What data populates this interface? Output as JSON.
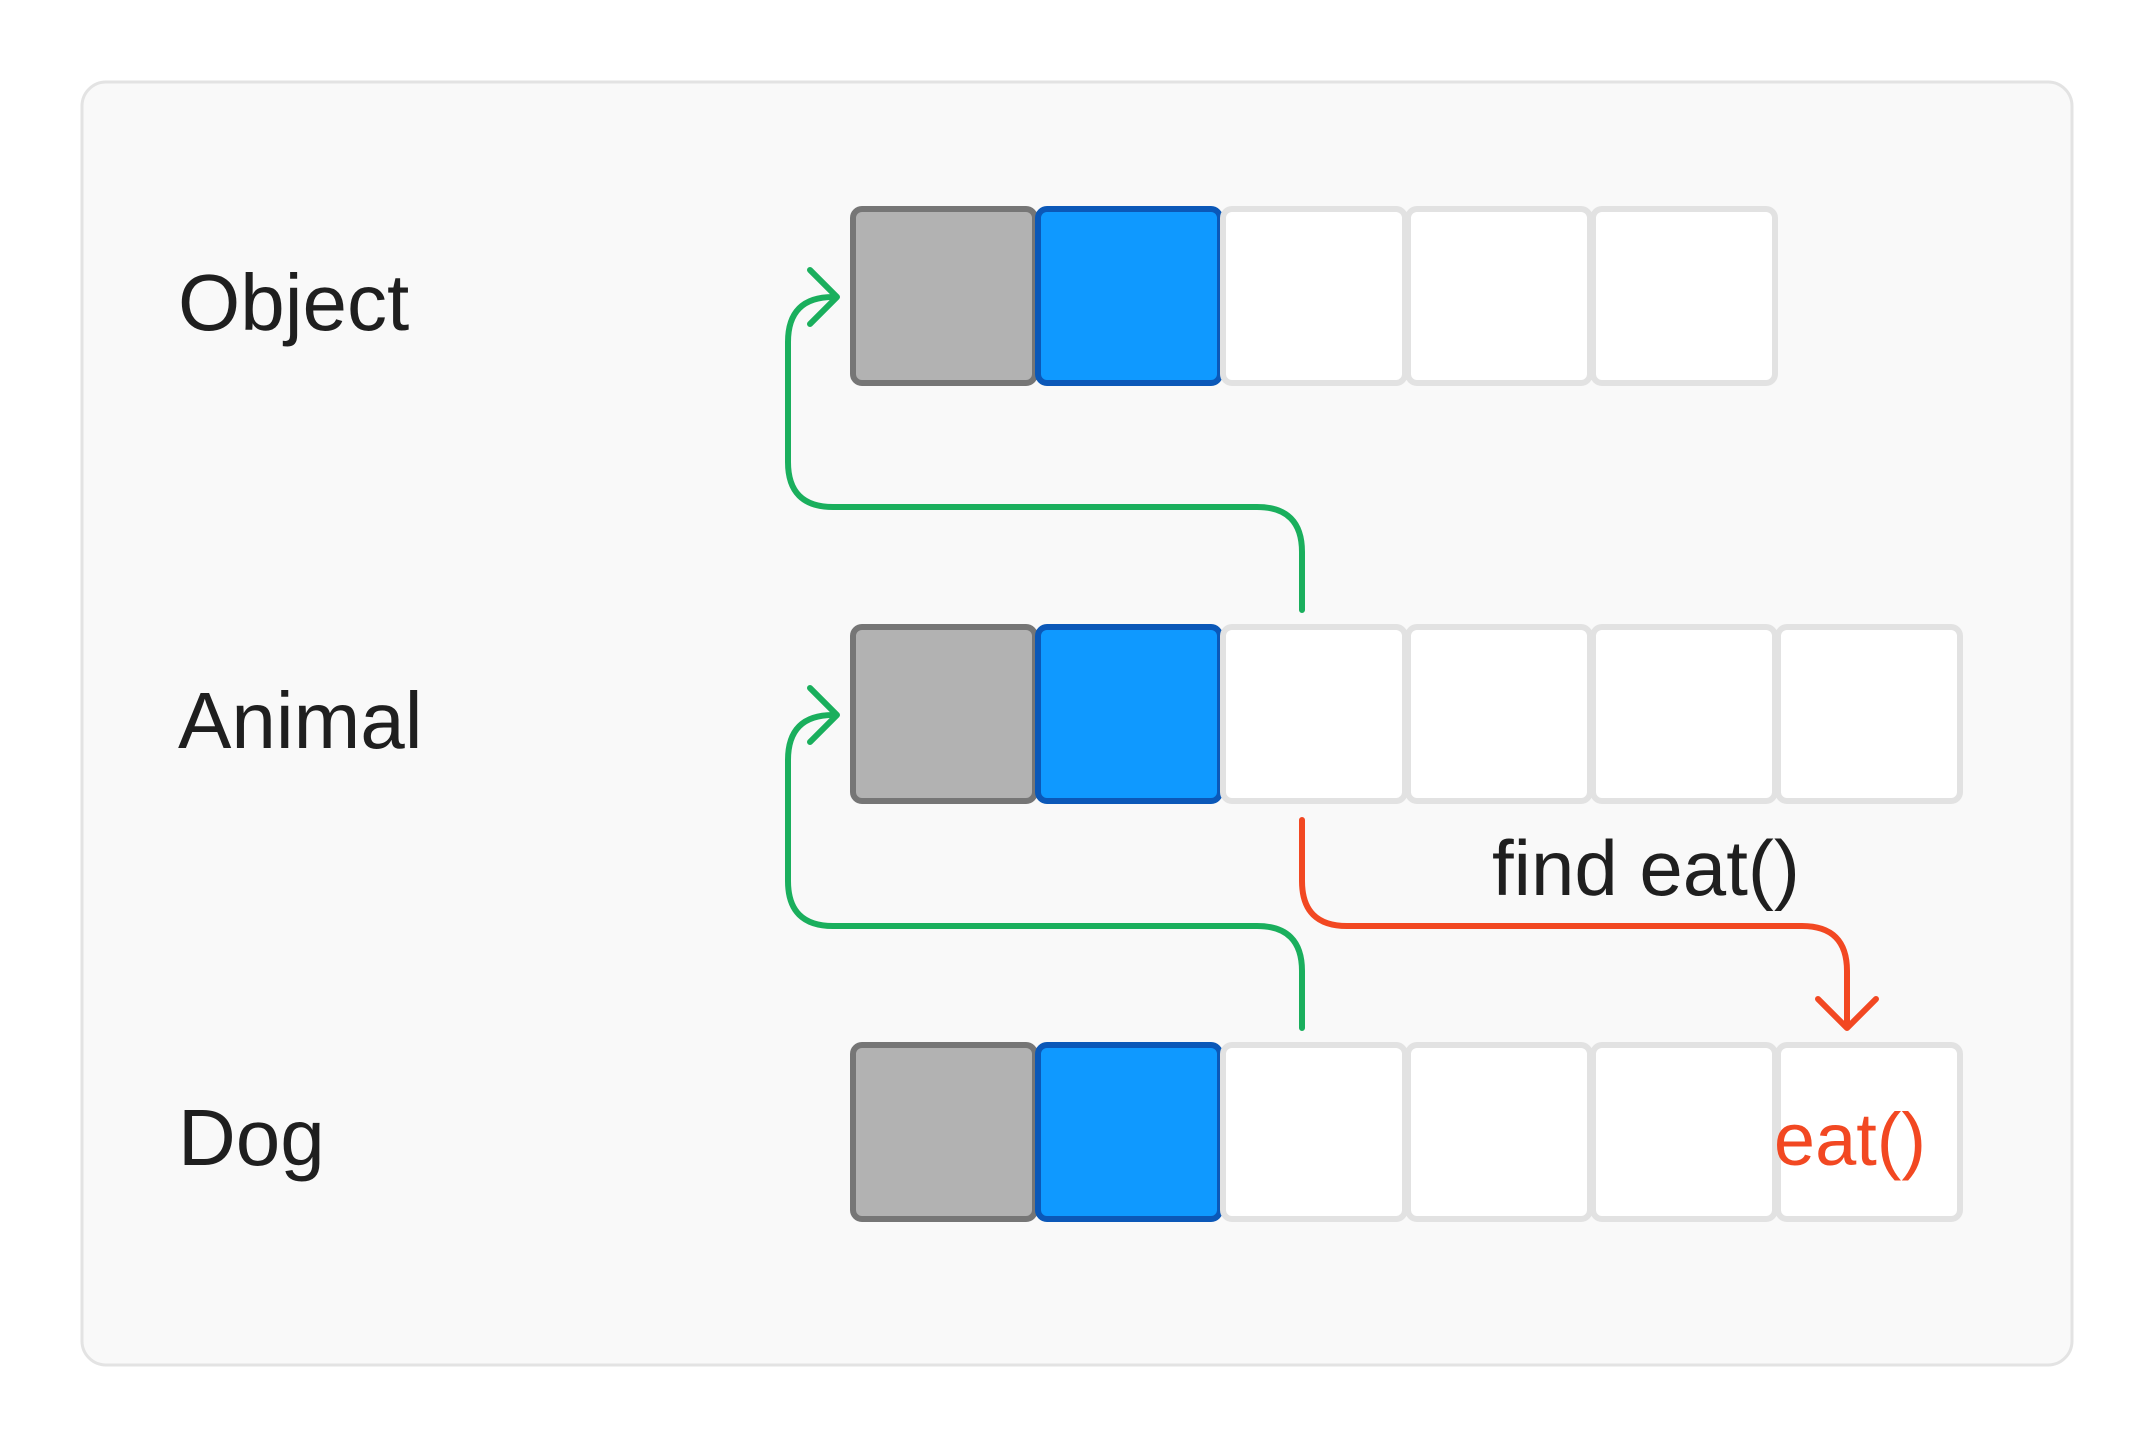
{
  "diagram": {
    "rows": [
      {
        "id": "object",
        "label": "Object",
        "slot_count": 5
      },
      {
        "id": "animal",
        "label": "Animal",
        "slot_count": 6
      },
      {
        "id": "dog",
        "label": "Dog",
        "slot_count": 6,
        "method_slot_label": "eat()"
      }
    ],
    "lookup_label": "find eat()",
    "colors": {
      "panel_bg": "#f9f9f9",
      "panel_border": "#e3e3e3",
      "slot_gray_fill": "#b2b2b2",
      "slot_gray_border": "#767676",
      "slot_blue_fill": "#0f99ff",
      "slot_blue_border": "#0b58b8",
      "slot_empty_border": "#e2e2e2",
      "parent_link": "#1aaf5d",
      "lookup_arrow": "#f24822",
      "text": "#1f1f1f"
    }
  }
}
